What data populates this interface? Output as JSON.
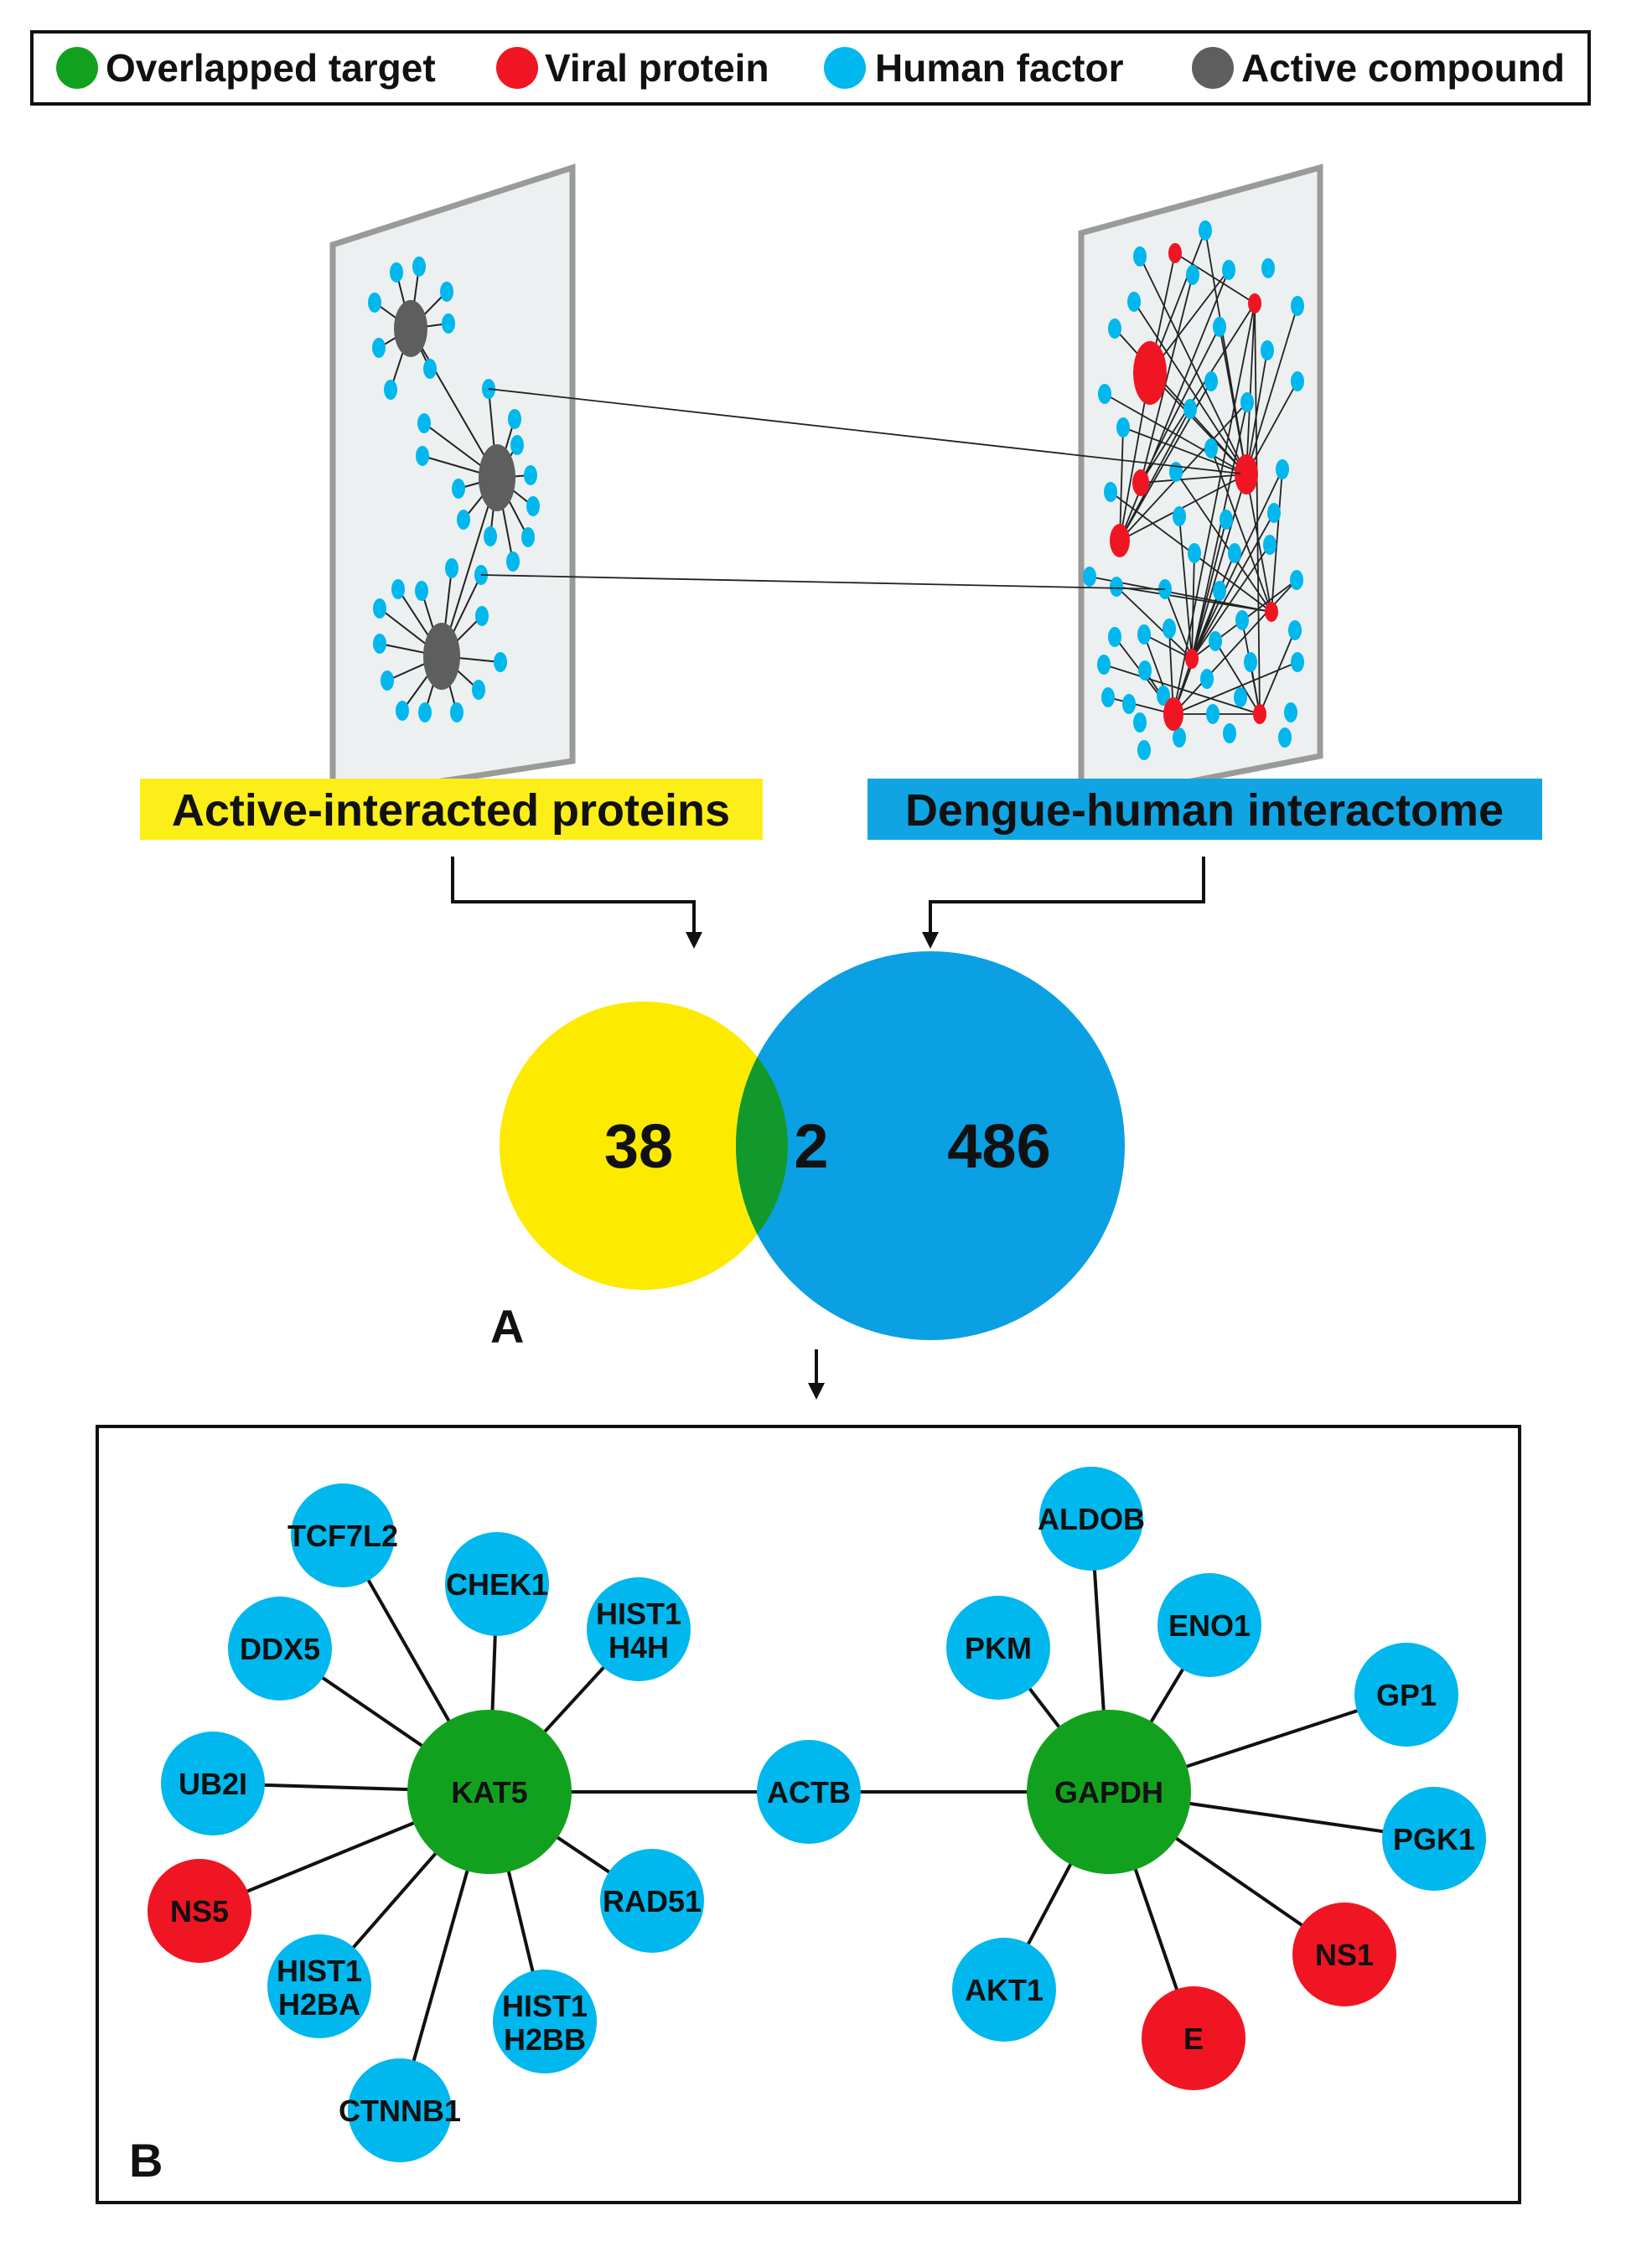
{
  "colors": {
    "overlapped": "#12a11f",
    "viral": "#f01522",
    "human": "#00b7ee",
    "compound": "#5e5e5e",
    "venn_left": "#fcea00",
    "venn_right": "#0aa0e3",
    "venn_overlap": "#119a2b",
    "active_tag": "#fcee18",
    "dengue_tag": "#10a4e3",
    "panel_fill": "#ecf0f0",
    "panel_border": "#9a9a9a"
  },
  "legend": {
    "overlapped_label": "Overlapped target",
    "viral_label": "Viral protein",
    "human_label": "Human factor",
    "compound_label": "Active compound"
  },
  "panel_a": {
    "letter": "A",
    "left_tag": "Active-interacted proteins",
    "right_tag": "Dengue-human interactome",
    "venn": {
      "left_only": "38",
      "overlap": "2",
      "right_only": "486"
    }
  },
  "panel_b": {
    "letter": "B",
    "nodes": [
      {
        "id": "kat5",
        "label": "KAT5",
        "type": "overlapped"
      },
      {
        "id": "gapdh",
        "label": "GAPDH",
        "type": "overlapped"
      },
      {
        "id": "actb",
        "label": "ACTB",
        "type": "human"
      },
      {
        "id": "tcf7l2",
        "label": "TCF7L2",
        "type": "human"
      },
      {
        "id": "chek1",
        "label": "CHEK1",
        "type": "human"
      },
      {
        "id": "hist1h4h",
        "label": "HIST1",
        "label2": "H4H",
        "type": "human"
      },
      {
        "id": "ddx5",
        "label": "DDX5",
        "type": "human"
      },
      {
        "id": "ub2i",
        "label": "UB2I",
        "type": "human"
      },
      {
        "id": "ns5",
        "label": "NS5",
        "type": "viral"
      },
      {
        "id": "hist1h2ba",
        "label": "HIST1",
        "label2": "H2BA",
        "type": "human"
      },
      {
        "id": "ctnnb1",
        "label": "CTNNB1",
        "type": "human"
      },
      {
        "id": "hist1h2bb",
        "label": "HIST1",
        "label2": "H2BB",
        "type": "human"
      },
      {
        "id": "rad51",
        "label": "RAD51",
        "type": "human"
      },
      {
        "id": "aldob",
        "label": "ALDOB",
        "type": "human"
      },
      {
        "id": "pkm",
        "label": "PKM",
        "type": "human"
      },
      {
        "id": "eno1",
        "label": "ENO1",
        "type": "human"
      },
      {
        "id": "gp1",
        "label": "GP1",
        "type": "human"
      },
      {
        "id": "pgk1",
        "label": "PGK1",
        "type": "human"
      },
      {
        "id": "ns1",
        "label": "NS1",
        "type": "viral"
      },
      {
        "id": "e",
        "label": "E",
        "type": "viral"
      },
      {
        "id": "akt1",
        "label": "AKT1",
        "type": "human"
      }
    ],
    "edges": [
      [
        "kat5",
        "actb"
      ],
      [
        "actb",
        "gapdh"
      ],
      [
        "kat5",
        "tcf7l2"
      ],
      [
        "kat5",
        "chek1"
      ],
      [
        "kat5",
        "hist1h4h"
      ],
      [
        "kat5",
        "ddx5"
      ],
      [
        "kat5",
        "ub2i"
      ],
      [
        "kat5",
        "ns5"
      ],
      [
        "kat5",
        "hist1h2ba"
      ],
      [
        "kat5",
        "ctnnb1"
      ],
      [
        "kat5",
        "hist1h2bb"
      ],
      [
        "kat5",
        "rad51"
      ],
      [
        "gapdh",
        "aldob"
      ],
      [
        "gapdh",
        "pkm"
      ],
      [
        "gapdh",
        "eno1"
      ],
      [
        "gapdh",
        "gp1"
      ],
      [
        "gapdh",
        "pgk1"
      ],
      [
        "gapdh",
        "ns1"
      ],
      [
        "gapdh",
        "e"
      ],
      [
        "gapdh",
        "akt1"
      ]
    ]
  }
}
